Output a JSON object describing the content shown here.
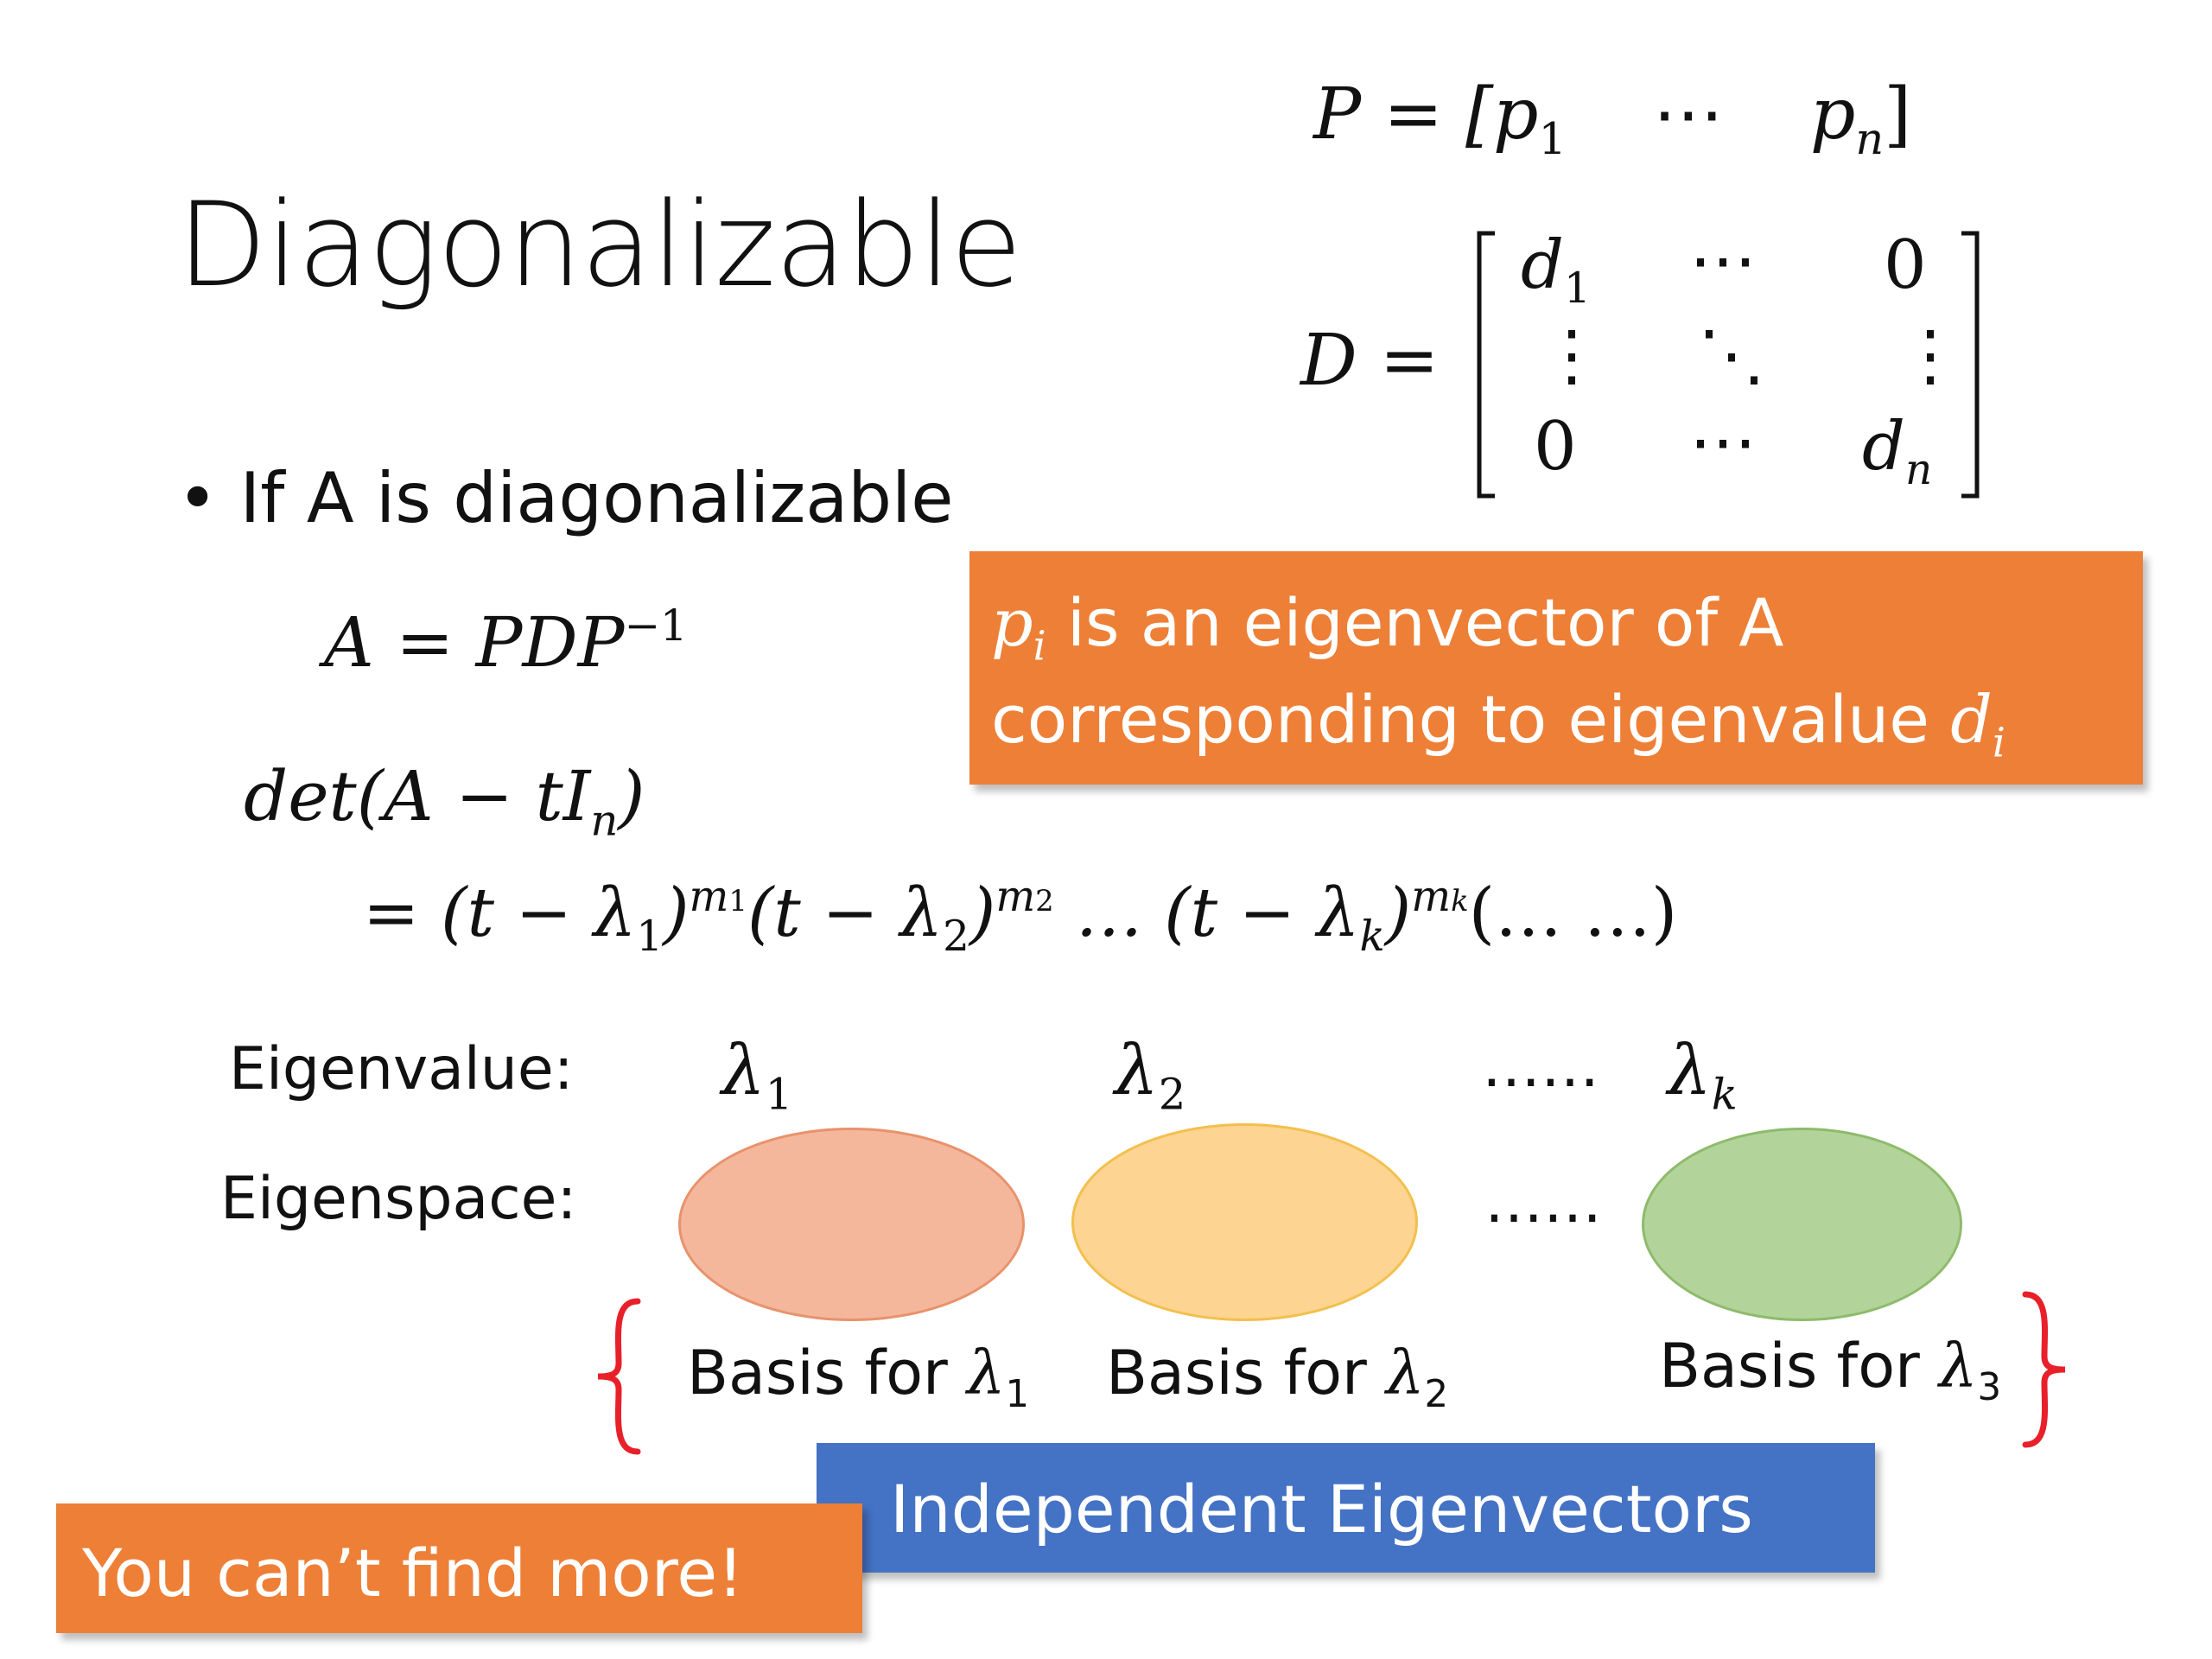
{
  "slide": {
    "title": "Diagonalizable",
    "bullet": "If A is diagonalizable",
    "eq_a": {
      "lhs": "A",
      "eq": " = ",
      "rhs": "PDP",
      "sup": "−1"
    },
    "eq_det": {
      "text": "det(A − tI",
      "sub": "n",
      "close": ")"
    },
    "eq_poly": {
      "prefix": "= (t − λ",
      "s1": "1",
      "e1": "m",
      "e1s": "1",
      "mid1": "(t − λ",
      "s2": "2",
      "e2": "m",
      "e2s": "2",
      "mid2": " … (t − λ",
      "sk": "k",
      "ek": "m",
      "eks": "k",
      "tail": "(… …)"
    }
  },
  "matrix_p": {
    "lhs": "P = [p",
    "s1": "1",
    "dots": "⋯",
    "pn": "p",
    "sn": "n",
    "close": "]"
  },
  "matrix_d": {
    "label": "D =",
    "d": "d",
    "d1_sub": "1",
    "dn_sub": "n",
    "hdots": "⋯",
    "vdots": "⋮",
    "ddots": "⋱",
    "zero": "0"
  },
  "callout_eigvec": {
    "p": "p",
    "p_sub": "i",
    "line1": " is an eigenvector of A",
    "line2": "corresponding to eigenvalue ",
    "d": "d",
    "d_sub": "i"
  },
  "eigen": {
    "eigenvalue_label": "Eigenvalue:",
    "eigenspace_label": "Eigenspace:",
    "lambda": "λ",
    "l1_sub": "1",
    "l2_sub": "2",
    "lk_sub": "k",
    "dots": "……"
  },
  "basis": {
    "prefix": "Basis for ",
    "lambda": "λ",
    "b1_sub": "1",
    "b2_sub": "2",
    "b3_sub": "3"
  },
  "independent_label": "Independent Eigenvectors",
  "more_label": "You can’t find more!",
  "colors": {
    "orange": "#ee7f36",
    "blue": "#4472c4",
    "ellipse_1": "#f4b79b",
    "ellipse_2": "#fdd491",
    "ellipse_3": "#b2d39a",
    "brace": "#e8202a"
  }
}
